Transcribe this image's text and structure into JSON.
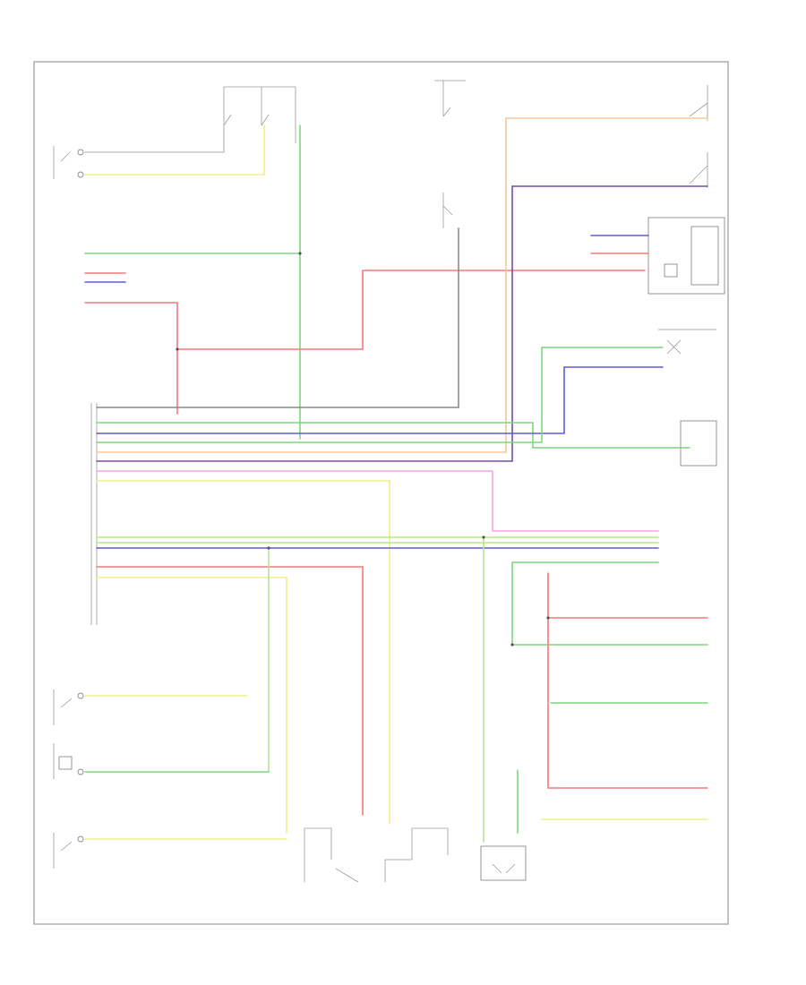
{
  "diagram": {
    "footer_code": "",
    "colors": {
      "frame": "#9a9a9a",
      "black": "#555555",
      "green": "#7fd77f",
      "yellow": "#f2ef8a",
      "red": "#f07a7a",
      "pink": "#f2a6e6",
      "blue": "#5b5bd9",
      "violet": "#7a4aa6",
      "orange": "#f5c89a",
      "light_green": "#b7e58f",
      "gray": "#b8b8b8"
    },
    "components": [
      {
        "id": "ignition-switch",
        "label": ""
      },
      {
        "id": "seat-belt-switch",
        "label": ""
      },
      {
        "id": "combination-meter",
        "label": ""
      },
      {
        "id": "bcm",
        "label": ""
      },
      {
        "id": "door-switch-front-left",
        "label": ""
      },
      {
        "id": "door-switch-front-right",
        "label": ""
      },
      {
        "id": "door-switch-rear-left",
        "label": ""
      },
      {
        "id": "door-switch-rear-right",
        "label": ""
      },
      {
        "id": "trunk-switch",
        "label": ""
      },
      {
        "id": "sensor-box",
        "label": ""
      }
    ]
  }
}
